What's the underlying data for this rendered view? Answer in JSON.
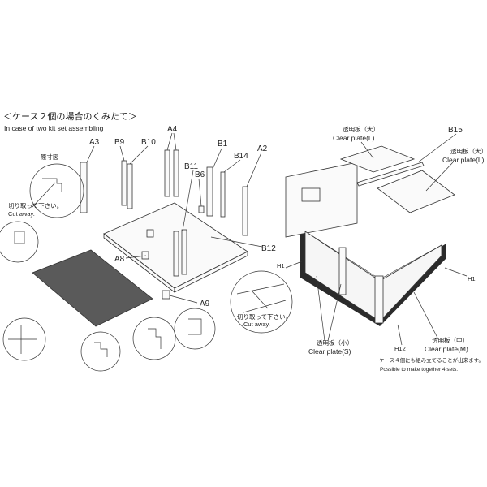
{
  "left": {
    "title_jp": "＜ケース２個の場合のくみたて＞",
    "title_en": "In case of two kit set assembling",
    "full_size_label": "原寸図",
    "cut_away_jp": "切り取って下さい。",
    "cut_away_en": "Cut away.",
    "parts": {
      "a3": "A3",
      "b9": "B9",
      "b10": "B10",
      "a4": "A4",
      "b1": "B1",
      "b14": "B14",
      "a2": "A2",
      "b11": "B11",
      "b6": "B6",
      "b12": "B12",
      "a8": "A8",
      "a9": "A9"
    }
  },
  "right": {
    "clear_l_jp": "透明板（大）",
    "clear_l_en": "Clear plate(L)",
    "b15": "B15",
    "h1": "H1",
    "h12": "H12",
    "clear_s_jp": "透明板（小）",
    "clear_s_en": "Clear plate(S)",
    "clear_m_jp": "透明板（中）",
    "clear_m_en": "Clear plate(M)",
    "note_jp": "ケース４個にも組み立てることが出来ます。",
    "note_en": "Possible to make together 4 sets."
  }
}
